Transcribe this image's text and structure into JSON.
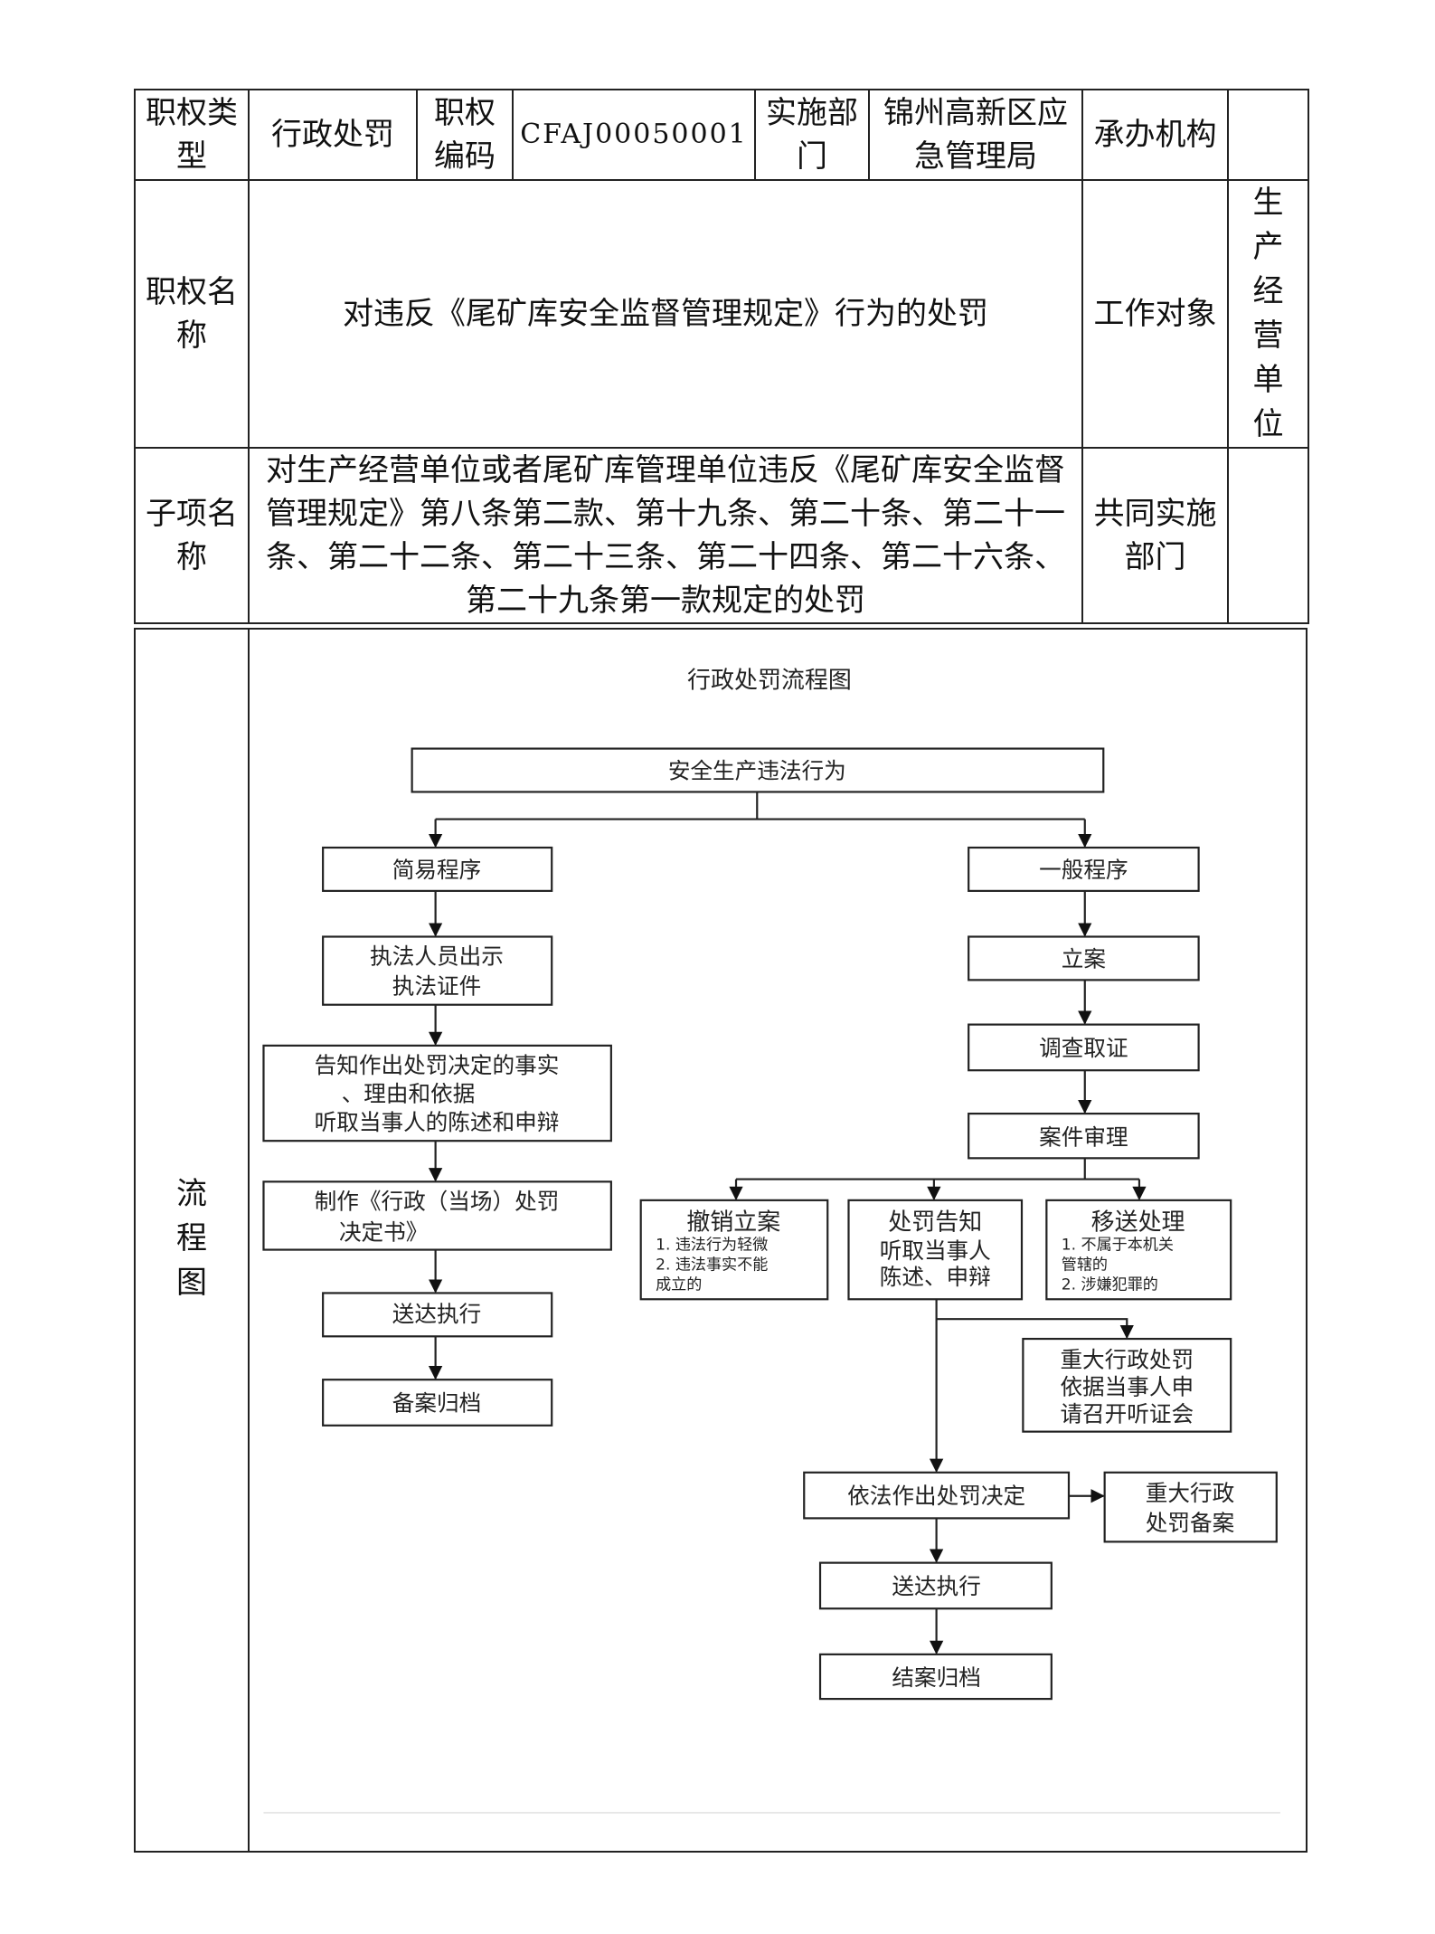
{
  "table": {
    "row1": {
      "type_label": "职权类型",
      "type_value": "行政处罚",
      "code_label": "职权编码",
      "code_value": "CFAJ00050001",
      "dept_label": "实施部门",
      "dept_value": "锦州高新区应急管理局",
      "org_label": "承办机构",
      "org_value": ""
    },
    "row2": {
      "name_label": "职权名称",
      "name_value": "对违反《尾矿库安全监督管理规定》行为的处罚",
      "target_label": "工作对象",
      "target_value": "生产经营单位"
    },
    "row3": {
      "sub_label": "子项名称",
      "sub_value": "对生产经营单位或者尾矿库管理单位违反《尾矿库安全监督管理规定》第八条第二款、第十九条、第二十条、第二十一条、第二十二条、第二十三条、第二十四条、第二十六条、第二十九条第一款规定的处罚",
      "joint_label": "共同实施部门",
      "joint_value": ""
    },
    "flow_label": "流程图"
  },
  "flowchart": {
    "title": "行政处罚流程图",
    "root": "安全生产违法行为",
    "simple": {
      "title": "简易程序",
      "step1": [
        "执法人员出示",
        "执法证件"
      ],
      "step2": [
        "告知作出处罚决定的事实",
        "、理由和依据",
        "听取当事人的陈述和申辩"
      ],
      "step3": [
        "制作《行政（当场）处罚",
        "决定书》"
      ],
      "step4": "送达执行",
      "step5": "备案归档"
    },
    "general": {
      "title": "一般程序",
      "step1": "立案",
      "step2": "调查取证",
      "step3": "案件审理",
      "cancel": {
        "title": "撤销立案",
        "lines": [
          "1. 违法行为轻微",
          "2. 违法事实不能",
          "成立的"
        ]
      },
      "notice": {
        "title": "处罚告知",
        "lines": [
          "听取当事人",
          "陈述、申辩"
        ]
      },
      "transfer": {
        "title": "移送处理",
        "lines": [
          "1. 不属于本机关",
          "管辖的",
          "2. 涉嫌犯罪的"
        ]
      },
      "hearing": [
        "重大行政处罚",
        "依据当事人申",
        "请召开听证会"
      ],
      "decision": "依法作出处罚决定",
      "record": [
        "重大行政",
        "处罚备案"
      ],
      "deliver": "送达执行",
      "close": "结案归档"
    }
  }
}
